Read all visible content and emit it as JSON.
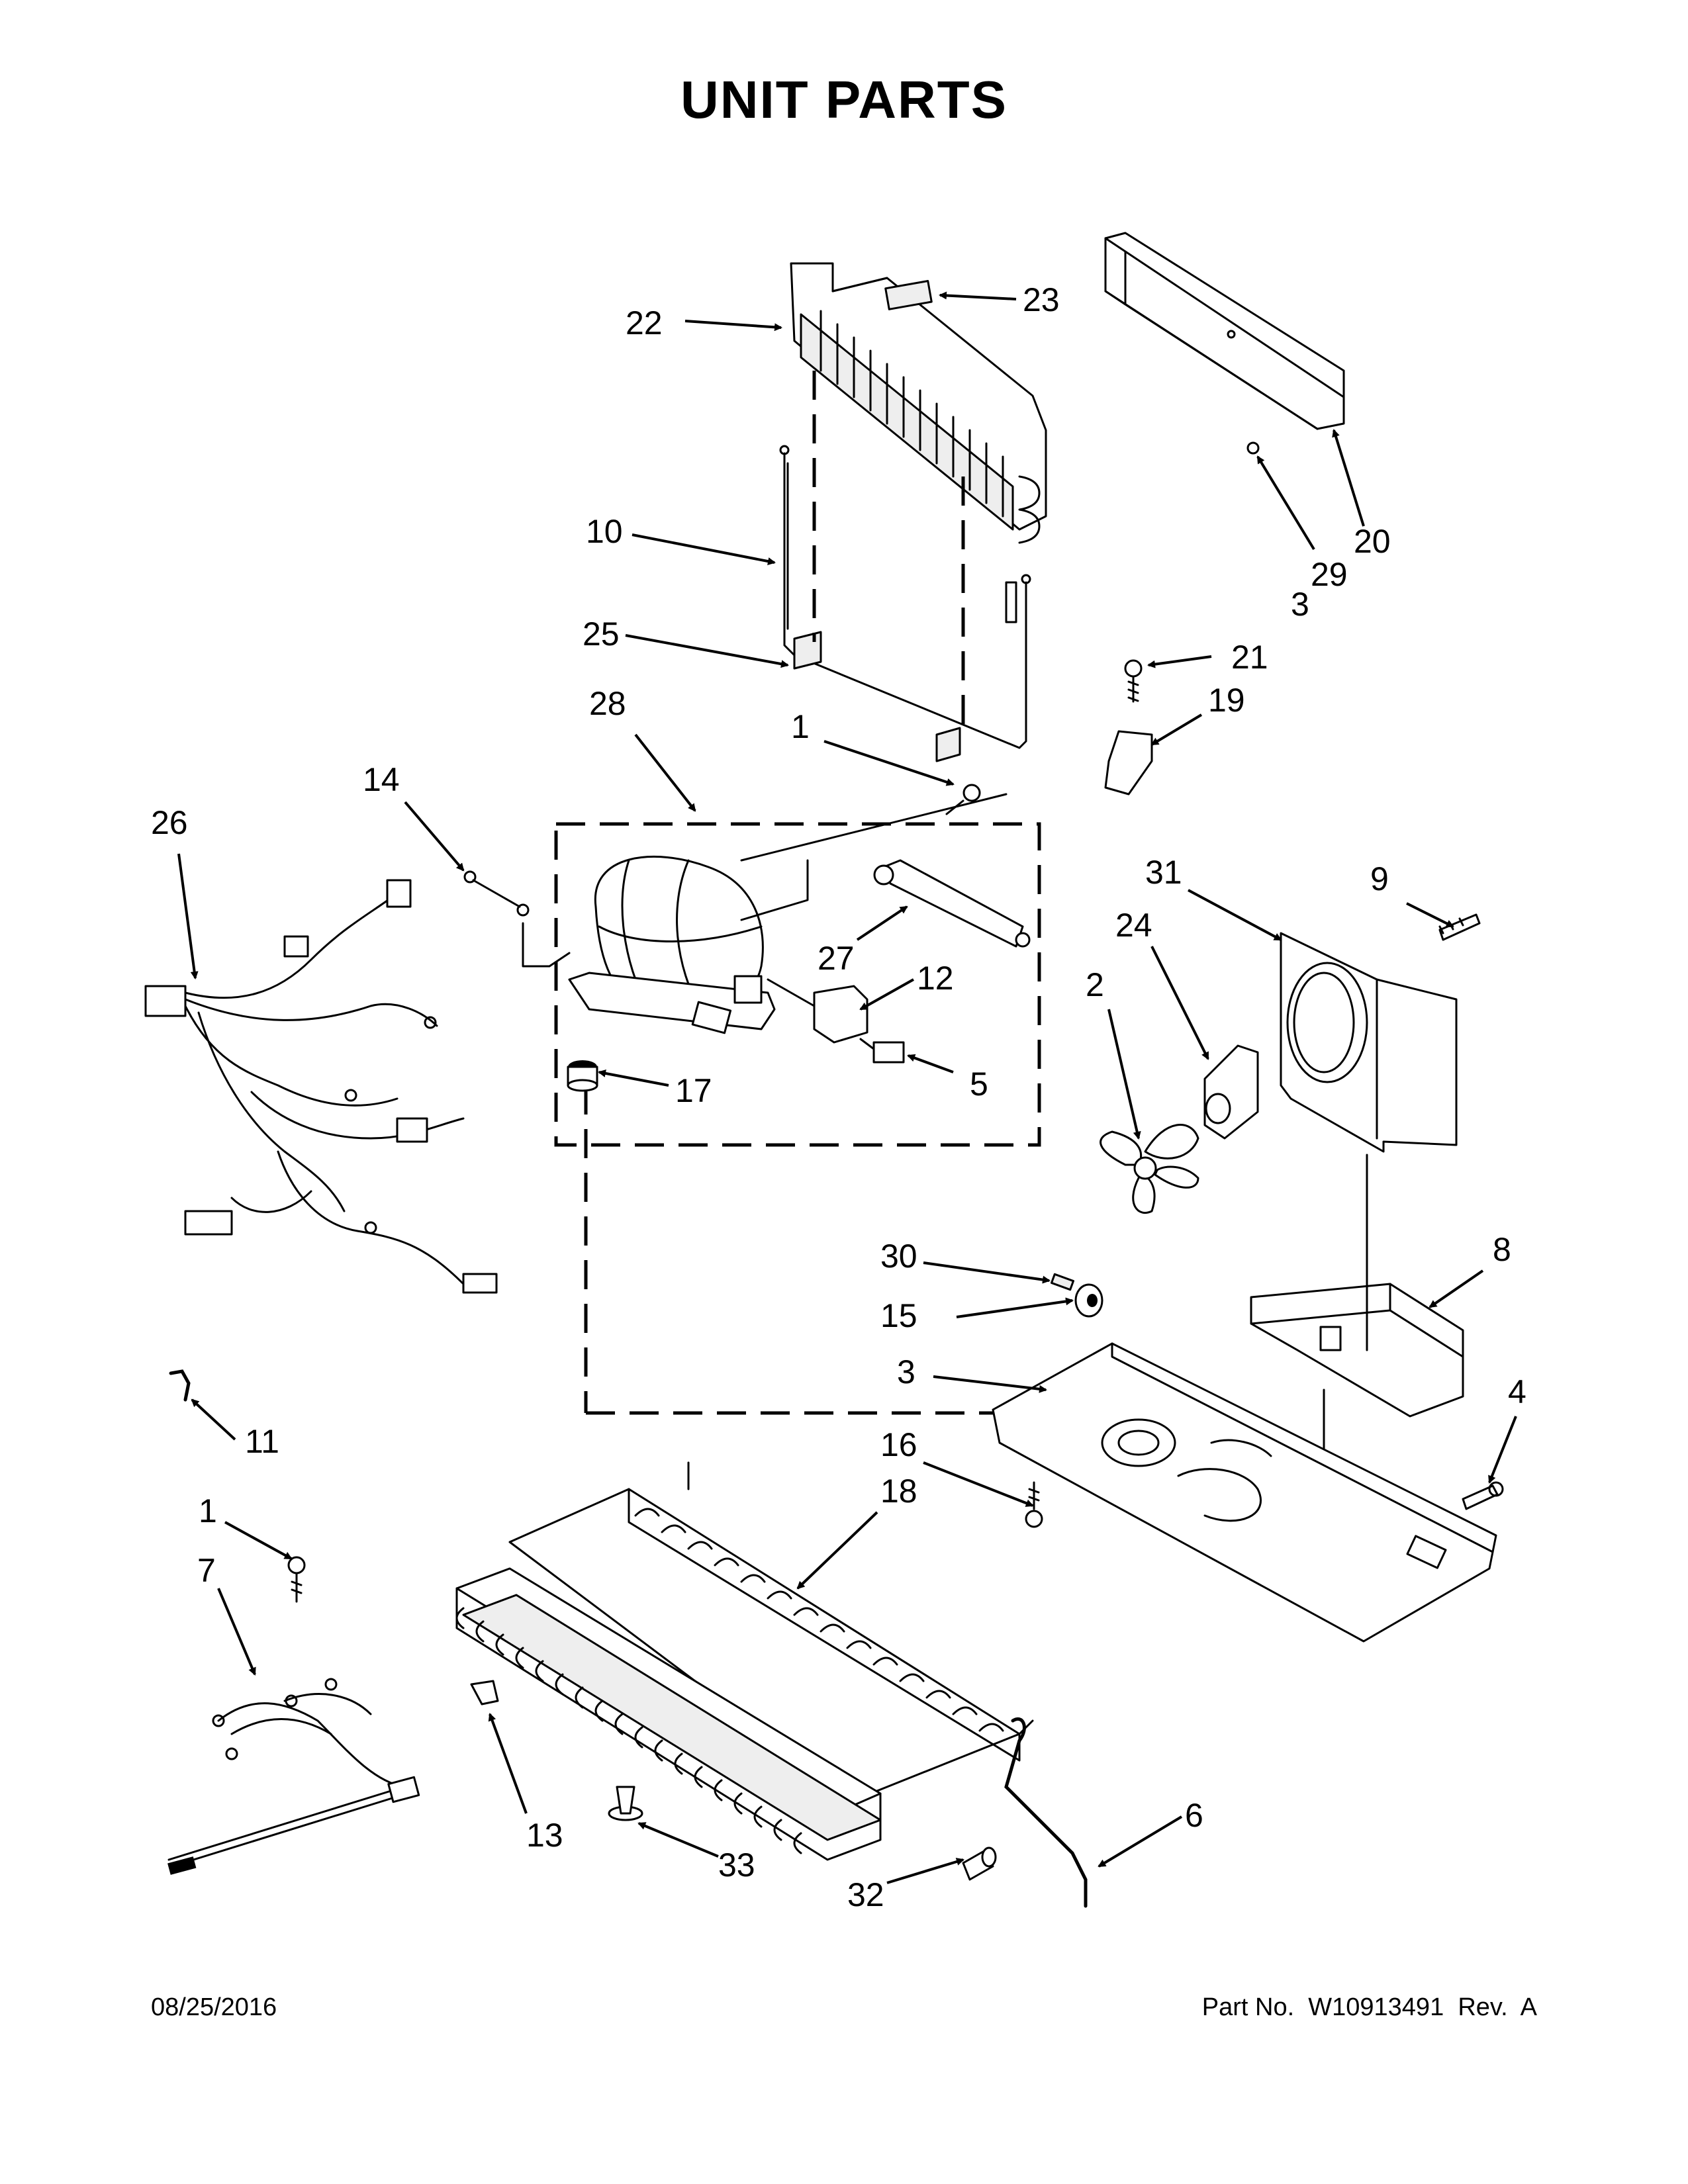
{
  "title": "UNIT PARTS",
  "callouts": [
    {
      "id": "c22",
      "label": "22"
    },
    {
      "id": "c23",
      "label": "23"
    },
    {
      "id": "c20",
      "label": "20"
    },
    {
      "id": "c29",
      "label": "29"
    },
    {
      "id": "c3a",
      "label": "3"
    },
    {
      "id": "c10",
      "label": "10"
    },
    {
      "id": "c25",
      "label": "25"
    },
    {
      "id": "c21",
      "label": "21"
    },
    {
      "id": "c19",
      "label": "19"
    },
    {
      "id": "c28",
      "label": "28"
    },
    {
      "id": "c1a",
      "label": "1"
    },
    {
      "id": "c14",
      "label": "14"
    },
    {
      "id": "c26",
      "label": "26"
    },
    {
      "id": "c27",
      "label": "27"
    },
    {
      "id": "c12",
      "label": "12"
    },
    {
      "id": "c31",
      "label": "31"
    },
    {
      "id": "c24",
      "label": "24"
    },
    {
      "id": "c9",
      "label": "9"
    },
    {
      "id": "c2",
      "label": "2"
    },
    {
      "id": "c17",
      "label": "17"
    },
    {
      "id": "c5",
      "label": "5"
    },
    {
      "id": "c30",
      "label": "30"
    },
    {
      "id": "c15",
      "label": "15"
    },
    {
      "id": "c8",
      "label": "8"
    },
    {
      "id": "c3b",
      "label": "3"
    },
    {
      "id": "c4",
      "label": "4"
    },
    {
      "id": "c11",
      "label": "11"
    },
    {
      "id": "c16",
      "label": "16"
    },
    {
      "id": "c18",
      "label": "18"
    },
    {
      "id": "c1b",
      "label": "1"
    },
    {
      "id": "c7",
      "label": "7"
    },
    {
      "id": "c13",
      "label": "13"
    },
    {
      "id": "c33",
      "label": "33"
    },
    {
      "id": "c32",
      "label": "32"
    },
    {
      "id": "c6",
      "label": "6"
    }
  ],
  "footer": {
    "date": "08/25/2016",
    "part_number": "Part No.  W10913491  Rev.  A"
  }
}
